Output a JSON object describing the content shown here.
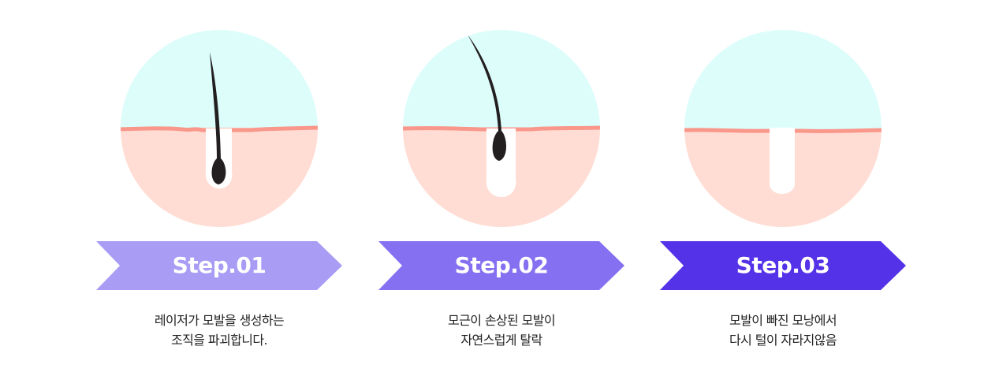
{
  "colors": {
    "sky": "#ddfdfb",
    "skin": "#ffddd4",
    "skin_line": "#f9978a",
    "hair": "#231f20",
    "follicle": "#ffffff",
    "step1_banner": "#a89cf5",
    "step2_banner": "#8470f1",
    "step3_banner": "#5432e8",
    "text": "#222222"
  },
  "steps": [
    {
      "label": "Step.01",
      "description_line1": "레이저가 모발을 생성하는",
      "description_line2": "조직을 파괴합니다.",
      "hair": "rooted"
    },
    {
      "label": "Step.02",
      "description_line1": "모근이 손상된 모발이",
      "description_line2": "자연스럽게 탈락",
      "hair": "detaching"
    },
    {
      "label": "Step.03",
      "description_line1": "모발이 빠진 모낭에서",
      "description_line2": "다시 털이 자라지않음",
      "hair": "none"
    }
  ]
}
